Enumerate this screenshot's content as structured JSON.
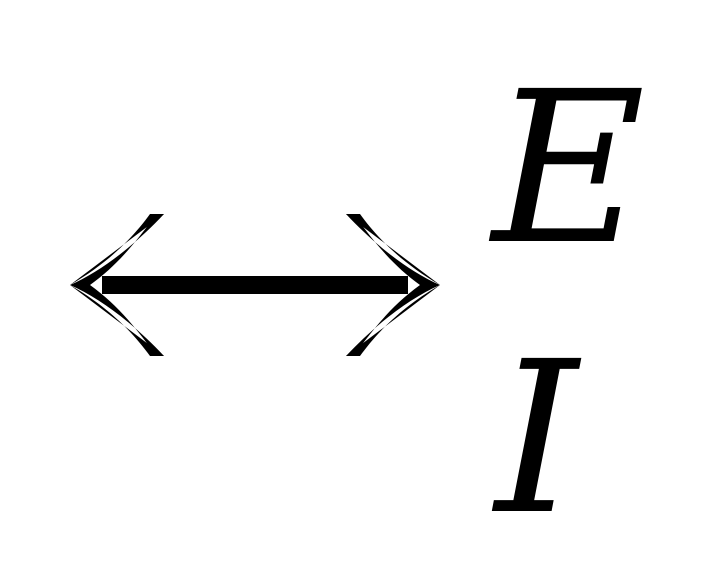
{
  "expression": {
    "top_label": "E",
    "bottom_label": "I",
    "arrow_icon": "double-headed-horizontal-arrow",
    "color": "#000000",
    "background": "#ffffff"
  }
}
